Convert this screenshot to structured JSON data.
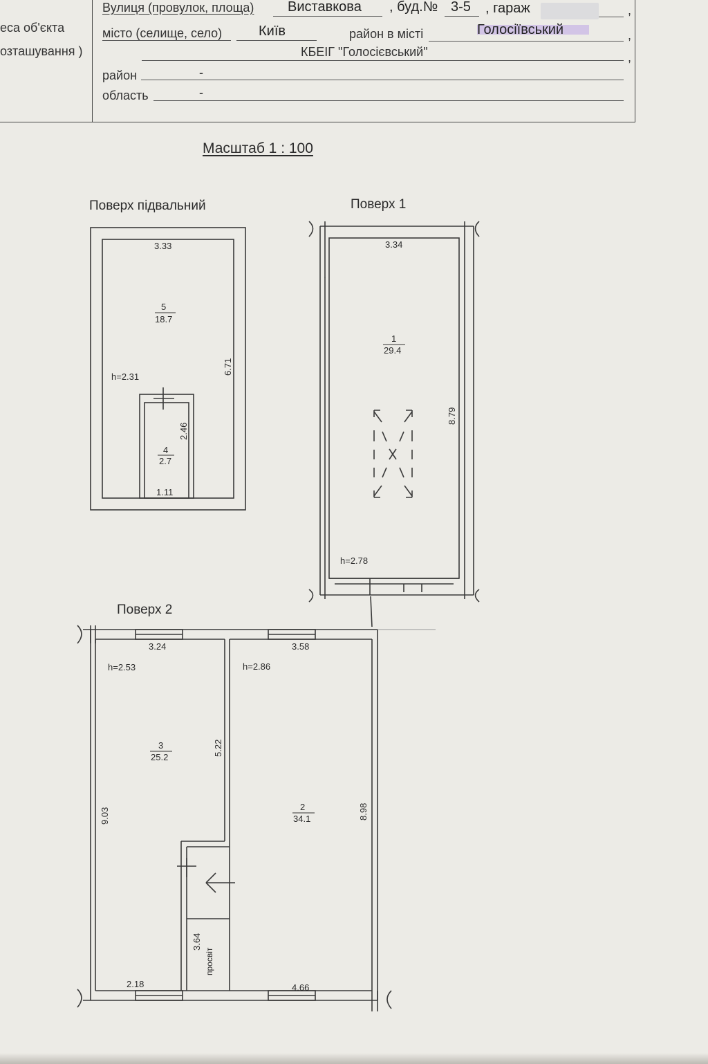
{
  "header": {
    "left_label_1": "еса об'єкта",
    "left_label_2": "озташування )",
    "street_label": "Вулиця (провулок, площа)",
    "street_value": "Виставкова",
    "building_label": ", буд.№",
    "building_value": "3-5",
    "garage_label": ", гараж",
    "comma": ",",
    "city_label": "місто (селище, село)",
    "city_value": "Київ",
    "city_district_label": "район в місті",
    "city_district_value": "Голосіївський",
    "org_value": "КБЕІГ \"Голосієвський\"",
    "district_label": "район",
    "district_value": "-",
    "region_label": "область",
    "region_value": "-"
  },
  "scale": "Масштаб  1 : 100",
  "floors": {
    "basement": {
      "title": "Поверх підвальний",
      "width_top": "3.33",
      "room_no": "5",
      "room_area": "18.7",
      "height_note": "h=2.31",
      "length_right": "6.71",
      "small_room_len": "2.46",
      "small_room_no": "4",
      "small_room_area": "2.7",
      "small_room_width": "1.11"
    },
    "first": {
      "title": "Поверх 1",
      "width_top": "3.34",
      "room_no": "1",
      "room_area": "29.4",
      "length_right": "8.79",
      "height_note": "h=2.78"
    },
    "second": {
      "title": "Поверх 2",
      "left_width": "3.24",
      "right_width": "3.58",
      "left_height": "h=2.53",
      "right_height": "h=2.86",
      "left_room_no": "3",
      "left_room_area": "25.2",
      "partition_len": "5.22",
      "left_length": "9.03",
      "right_room_no": "2",
      "right_room_area": "34.1",
      "right_length": "8.98",
      "stair_len": "3.64",
      "stair_note": "просвіт",
      "bottom_left": "2.18",
      "bottom_right": "4.66"
    }
  }
}
